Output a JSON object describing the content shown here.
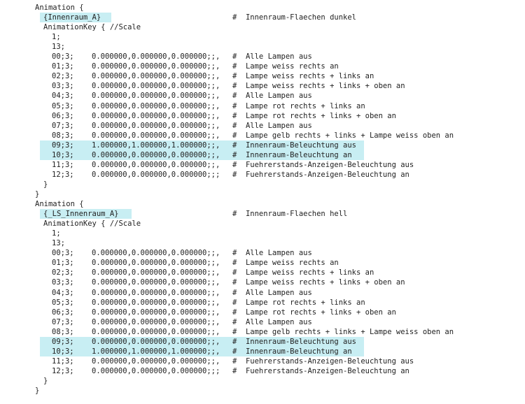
{
  "highlight_color": "#c8eef3",
  "blocks": [
    {
      "animation_open": "Animation {",
      "name": "{Innenraum_A}",
      "name_comment": "#  Innenraum-Flaechen dunkel",
      "key_header": "AnimationKey { //Scale",
      "key_type": "1;",
      "key_count": "13;",
      "keys": [
        {
          "idx": "00;3;",
          "val": "0.000000,0.000000,0.000000;;,",
          "comment": "#  Alle Lampen aus",
          "highlight": false
        },
        {
          "idx": "01;3;",
          "val": "0.000000,0.000000,0.000000;;,",
          "comment": "#  Lampe weiss rechts an",
          "highlight": false
        },
        {
          "idx": "02;3;",
          "val": "0.000000,0.000000,0.000000;;,",
          "comment": "#  Lampe weiss rechts + links an",
          "highlight": false
        },
        {
          "idx": "03;3;",
          "val": "0.000000,0.000000,0.000000;;,",
          "comment": "#  Lampe weiss rechts + links + oben an",
          "highlight": false
        },
        {
          "idx": "04;3;",
          "val": "0.000000,0.000000,0.000000;;,",
          "comment": "#  Alle Lampen aus",
          "highlight": false
        },
        {
          "idx": "05;3;",
          "val": "0.000000,0.000000,0.000000;;,",
          "comment": "#  Lampe rot rechts + links an",
          "highlight": false
        },
        {
          "idx": "06;3;",
          "val": "0.000000,0.000000,0.000000;;,",
          "comment": "#  Lampe rot rechts + links + oben an",
          "highlight": false
        },
        {
          "idx": "07;3;",
          "val": "0.000000,0.000000,0.000000;;,",
          "comment": "#  Alle Lampen aus",
          "highlight": false
        },
        {
          "idx": "08;3;",
          "val": "0.000000,0.000000,0.000000;;,",
          "comment": "#  Lampe gelb rechts + links + Lampe weiss oben an",
          "highlight": false
        },
        {
          "idx": "09;3;",
          "val": "1.000000,1.000000,1.000000;;,",
          "comment": "#  Innenraum-Beleuchtung aus",
          "highlight": true
        },
        {
          "idx": "10;3;",
          "val": "0.000000,0.000000,0.000000;;,",
          "comment": "#  Innenraum-Beleuchtung an",
          "highlight": true
        },
        {
          "idx": "11;3;",
          "val": "0.000000,0.000000,0.000000;;,",
          "comment": "#  Fuehrerstands-Anzeigen-Beleuchtung aus",
          "highlight": false
        },
        {
          "idx": "12;3;",
          "val": "0.000000,0.000000,0.000000;;;",
          "comment": "#  Fuehrerstands-Anzeigen-Beleuchtung an",
          "highlight": false
        }
      ],
      "key_close": "}",
      "animation_close": "}"
    },
    {
      "animation_open": "Animation {",
      "name": "{_LS_Innenraum_A}",
      "name_comment": "#  Innenraum-Flaechen hell",
      "key_header": "AnimationKey { //Scale",
      "key_type": "1;",
      "key_count": "13;",
      "keys": [
        {
          "idx": "00;3;",
          "val": "0.000000,0.000000,0.000000;;,",
          "comment": "#  Alle Lampen aus",
          "highlight": false
        },
        {
          "idx": "01;3;",
          "val": "0.000000,0.000000,0.000000;;,",
          "comment": "#  Lampe weiss rechts an",
          "highlight": false
        },
        {
          "idx": "02;3;",
          "val": "0.000000,0.000000,0.000000;;,",
          "comment": "#  Lampe weiss rechts + links an",
          "highlight": false
        },
        {
          "idx": "03;3;",
          "val": "0.000000,0.000000,0.000000;;,",
          "comment": "#  Lampe weiss rechts + links + oben an",
          "highlight": false
        },
        {
          "idx": "04;3;",
          "val": "0.000000,0.000000,0.000000;;,",
          "comment": "#  Alle Lampen aus",
          "highlight": false
        },
        {
          "idx": "05;3;",
          "val": "0.000000,0.000000,0.000000;;,",
          "comment": "#  Lampe rot rechts + links an",
          "highlight": false
        },
        {
          "idx": "06;3;",
          "val": "0.000000,0.000000,0.000000;;,",
          "comment": "#  Lampe rot rechts + links + oben an",
          "highlight": false
        },
        {
          "idx": "07;3;",
          "val": "0.000000,0.000000,0.000000;;,",
          "comment": "#  Alle Lampen aus",
          "highlight": false
        },
        {
          "idx": "08;3;",
          "val": "0.000000,0.000000,0.000000;;,",
          "comment": "#  Lampe gelb rechts + links + Lampe weiss oben an",
          "highlight": false
        },
        {
          "idx": "09;3;",
          "val": "0.000000,0.000000,0.000000;;,",
          "comment": "#  Innenraum-Beleuchtung aus",
          "highlight": true
        },
        {
          "idx": "10;3;",
          "val": "1.000000,1.000000,1.000000;;,",
          "comment": "#  Innenraum-Beleuchtung an",
          "highlight": true
        },
        {
          "idx": "11;3;",
          "val": "0.000000,0.000000,0.000000;;,",
          "comment": "#  Fuehrerstands-Anzeigen-Beleuchtung aus",
          "highlight": false
        },
        {
          "idx": "12;3;",
          "val": "0.000000,0.000000,0.000000;;;",
          "comment": "#  Fuehrerstands-Anzeigen-Beleuchtung an",
          "highlight": false
        }
      ],
      "key_close": "}",
      "animation_close": "}"
    }
  ]
}
